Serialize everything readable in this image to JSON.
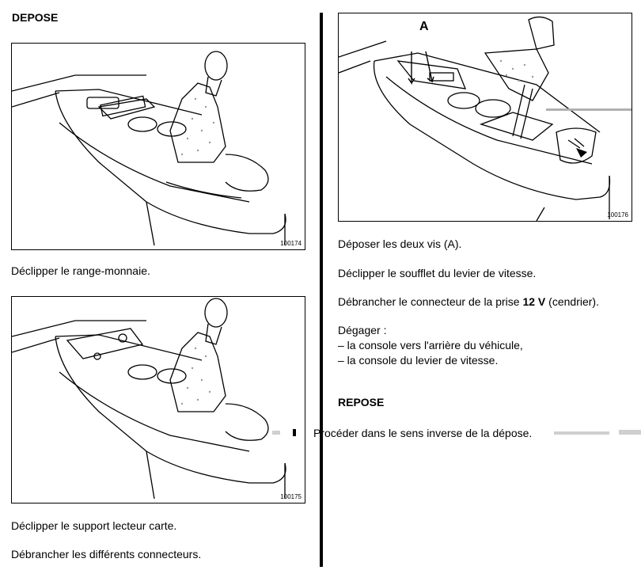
{
  "left": {
    "heading": "DEPOSE",
    "figure1": {
      "number": "100174"
    },
    "caption1": "Déclipper le range-monnaie.",
    "figure2": {
      "number": "100175"
    },
    "caption2": "Déclipper le support lecteur carte.",
    "caption3": "Débrancher les différents connecteurs."
  },
  "right": {
    "figure3": {
      "number": "100176",
      "label": "A"
    },
    "step1": "Déposer les deux vis (A).",
    "step2": "Déclipper le soufflet du levier de vitesse.",
    "step3_before": "Débrancher le connecteur de la prise",
    "step3_bold": "12 V",
    "step3_after": "(cendrier).",
    "step4_title": "Dégager :",
    "step4_items": [
      "–  la console vers l'arrière du véhicule,",
      "–  la console du levier de vitesse."
    ],
    "repose_heading": "REPOSE",
    "repose_text": "Procéder dans le sens inverse de la dépose."
  }
}
